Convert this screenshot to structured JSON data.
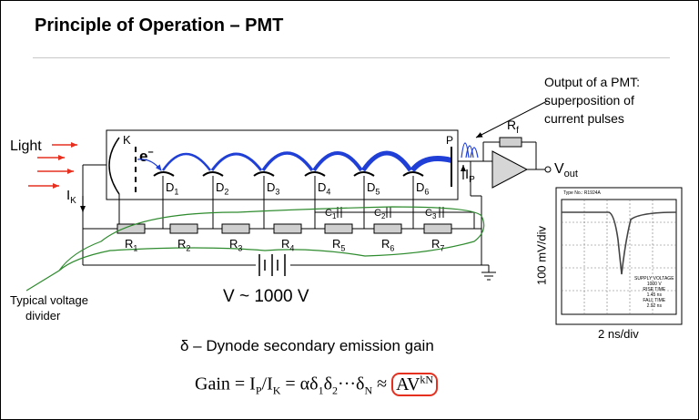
{
  "title": "Principle of Operation – PMT",
  "labels": {
    "light": "Light",
    "cathode_k": "K",
    "electron": "e",
    "electron_sup": "–",
    "anode_p": "P",
    "ik": "I",
    "ik_sub": "K",
    "ip": "I",
    "ip_sub": "P",
    "rf": "R",
    "rf_sub": "f",
    "vout": "V",
    "vout_sub": "out",
    "output_note": [
      "Output of a PMT:",
      "superposition of",
      "current pulses"
    ],
    "divider_note": [
      "Typical voltage",
      "divider"
    ],
    "voltage": "V ~ 1000 V",
    "dynode_gain": "δ – Dynode secondary emission gain"
  },
  "dynodes": [
    {
      "label": "D",
      "sub": "1"
    },
    {
      "label": "D",
      "sub": "2"
    },
    {
      "label": "D",
      "sub": "3"
    },
    {
      "label": "D",
      "sub": "4"
    },
    {
      "label": "D",
      "sub": "5"
    },
    {
      "label": "D",
      "sub": "6"
    }
  ],
  "resistors": [
    {
      "label": "R",
      "sub": "1"
    },
    {
      "label": "R",
      "sub": "2"
    },
    {
      "label": "R",
      "sub": "3"
    },
    {
      "label": "R",
      "sub": "4"
    },
    {
      "label": "R",
      "sub": "5"
    },
    {
      "label": "R",
      "sub": "6"
    },
    {
      "label": "R",
      "sub": "7"
    }
  ],
  "capacitors": [
    {
      "label": "C",
      "sub": "1"
    },
    {
      "label": "C",
      "sub": "2"
    },
    {
      "label": "C",
      "sub": "3"
    }
  ],
  "scope": {
    "ylabel": "100 mV/div",
    "xlabel": "2 ns/div",
    "type_no": "Type No.: R1924A",
    "notes": [
      "SUPPLY VOLTAGE",
      "1000 V",
      "RISE TIME",
      "1.45 ns",
      "FALL TIME",
      "2.92 ns"
    ]
  },
  "formula": {
    "lhs": "Gain = I",
    "s1": "P",
    "slash": "/I",
    "s2": "K",
    "eq": " = αδ",
    "s3": "1",
    "d2": "δ",
    "s4": "2",
    "dots": "···δ",
    "s5": "N",
    "approx": " ≈ ",
    "av": "AV",
    "sup": "kN"
  },
  "colors": {
    "electron_path": "#1f3fd6",
    "divider_outline": "#2e8b2e",
    "arrow": "#e53020",
    "highlight": "#e53020"
  }
}
